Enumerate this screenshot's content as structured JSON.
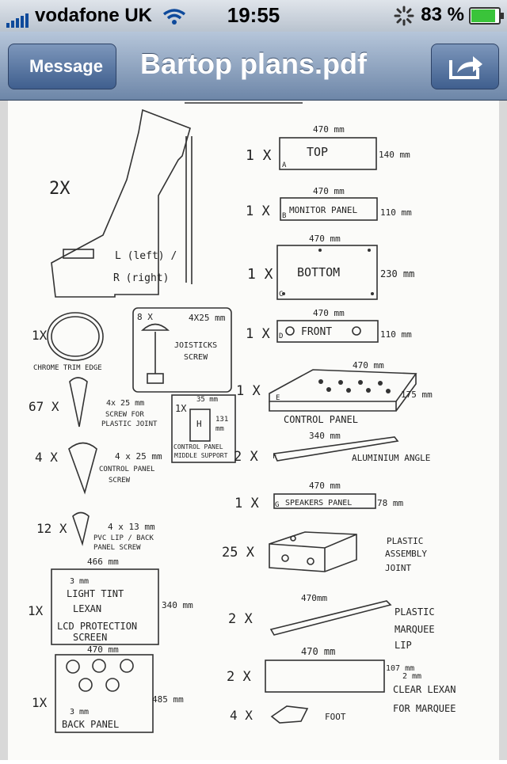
{
  "status_bar": {
    "carrier": "vodafone UK",
    "time": "19:55",
    "battery": "83 %",
    "battery_level": 0.83,
    "icons": [
      "signal-bars-icon",
      "wifi-icon",
      "activity-spinner-icon",
      "battery-icon"
    ]
  },
  "nav": {
    "back_label": "Message",
    "title": "Bartop plans.pdf",
    "share_icon": "share-icon"
  },
  "plans": {
    "side_qty": "2X",
    "side_left": "L (left) /",
    "side_right": "R (right)",
    "top_qty": "1 X",
    "top_dim": "470 mm",
    "top_label": "TOP",
    "top_side": "140 mm",
    "top_letter": "A",
    "monitor_qty": "1 X",
    "monitor_dim": "470 mm",
    "monitor_label": "MONITOR PANEL",
    "monitor_side": "110 mm",
    "monitor_letter": "B",
    "bottom_qty": "1 X",
    "bottom_dim": "470 mm",
    "bottom_label": "BOTTOM",
    "bottom_side": "230 mm",
    "bottom_letter": "C",
    "front_qty": "1 X",
    "front_dim": "470 mm",
    "front_label": "FRONT",
    "front_side": "110 mm",
    "front_letter": "D",
    "control_qty": "1 X",
    "control_dim": "470 mm",
    "control_side": "175 mm",
    "control_label": "CONTROL PANEL",
    "control_letter": "E",
    "alu_qty": "2 X",
    "alu_dim": "340 mm",
    "alu_label": "ALUMINIUM ANGLE",
    "alu_letter": "F",
    "speakers_qty": "1 X",
    "speakers_dim": "470 mm",
    "speakers_label": "SPEAKERS PANEL",
    "speakers_side": "78 mm",
    "speakers_letter": "G",
    "joint_qty": "25 X",
    "joint_label_1": "PLASTIC",
    "joint_label_2": "ASSEMBLY",
    "joint_label_3": "JOINT",
    "lip_qty": "2 X",
    "lip_dim": "470mm",
    "lip_label_1": "PLASTIC",
    "lip_label_2": "MARQUEE",
    "lip_label_3": "LIP",
    "lexan_qty": "2 X",
    "lexan_dim": "470 mm",
    "lexan_side_1": "107 mm",
    "lexan_side_2": "2 mm",
    "lexan_label_1": "CLEAR LEXAN",
    "lexan_label_2": "FOR MARQUEE",
    "foot_qty": "4 X",
    "foot_label": "FOOT",
    "trim_qty": "1X",
    "trim_label": "CHROME TRIM EDGE",
    "stick_qty": "8 X",
    "stick_dim": "4X25 mm",
    "stick_label_1": "JOISTICKS",
    "stick_label_2": "SCREW",
    "plastic_screw_qty": "67 X",
    "plastic_screw_1": "4x 25 mm",
    "plastic_screw_2": "SCREW FOR",
    "plastic_screw_3": "PLASTIC JOINT",
    "support_qty": "1X",
    "support_w": "35 mm",
    "support_h1": "131",
    "support_h2": "mm",
    "support_letter": "H",
    "support_label_1": "CONTROL PANEL",
    "support_label_2": "MIDDLE SUPPORT",
    "cp_screw_qty": "4 X",
    "cp_screw_dim": "4 x 25 mm",
    "cp_screw_1": "CONTROL PANEL",
    "cp_screw_2": "SCREW",
    "pvc_qty": "12 X",
    "pvc_dim": "4 x 13 mm",
    "pvc_1": "PVC LIP / BACK",
    "pvc_2": "PANEL SCREW",
    "lcd_qty": "1X",
    "lcd_w": "466 mm",
    "lcd_h": "340 mm",
    "lcd_1": "3 mm",
    "lcd_2": "LIGHT TINT",
    "lcd_3": "LEXAN",
    "lcd_4": "LCD PROTECTION",
    "lcd_5": "SCREEN",
    "back_qty": "1X",
    "back_w": "470 mm",
    "back_h": "485 mm",
    "back_1": "3 mm",
    "back_2": "BACK PANEL"
  }
}
